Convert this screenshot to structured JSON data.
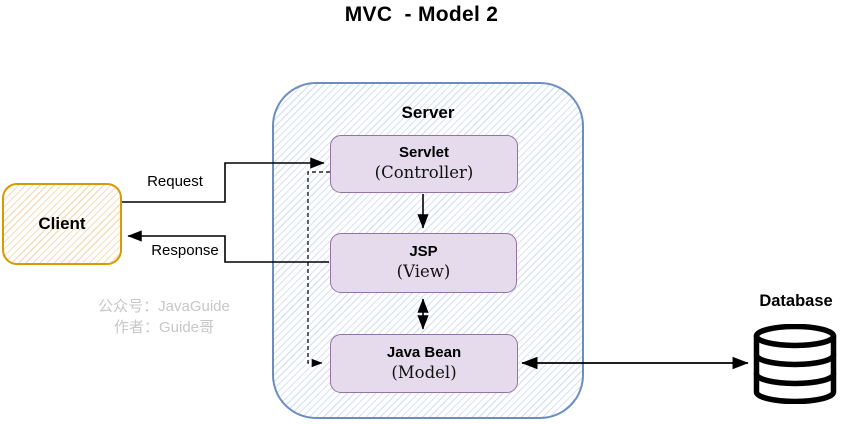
{
  "title": "MVC  - Model 2",
  "client": {
    "label": "Client"
  },
  "server": {
    "label": "Server",
    "boxes": [
      {
        "name": "Servlet",
        "sub": "(Controller)"
      },
      {
        "name": "JSP",
        "sub": "(View)"
      },
      {
        "name": "Java Bean",
        "sub": "(Model)"
      }
    ]
  },
  "database": {
    "label": "Database"
  },
  "edges": {
    "request_label": "Request",
    "response_label": "Response"
  },
  "watermark": {
    "line1": "公众号：JavaGuide",
    "line2": "作者：Guide哥"
  },
  "icons": {
    "database_icon": "database-cylinder"
  },
  "colors": {
    "client_border": "#D79B00",
    "client_hatch": "#F5DDBC",
    "server_border": "#6C8EBF",
    "server_hatch": "#D9E3F5",
    "component_fill": "#E6DBEC",
    "component_border": "#9673A6",
    "arrow": "#000000",
    "watermark_text": "#C7C7C7",
    "text": "#000000",
    "background": "#FFFFFF"
  }
}
